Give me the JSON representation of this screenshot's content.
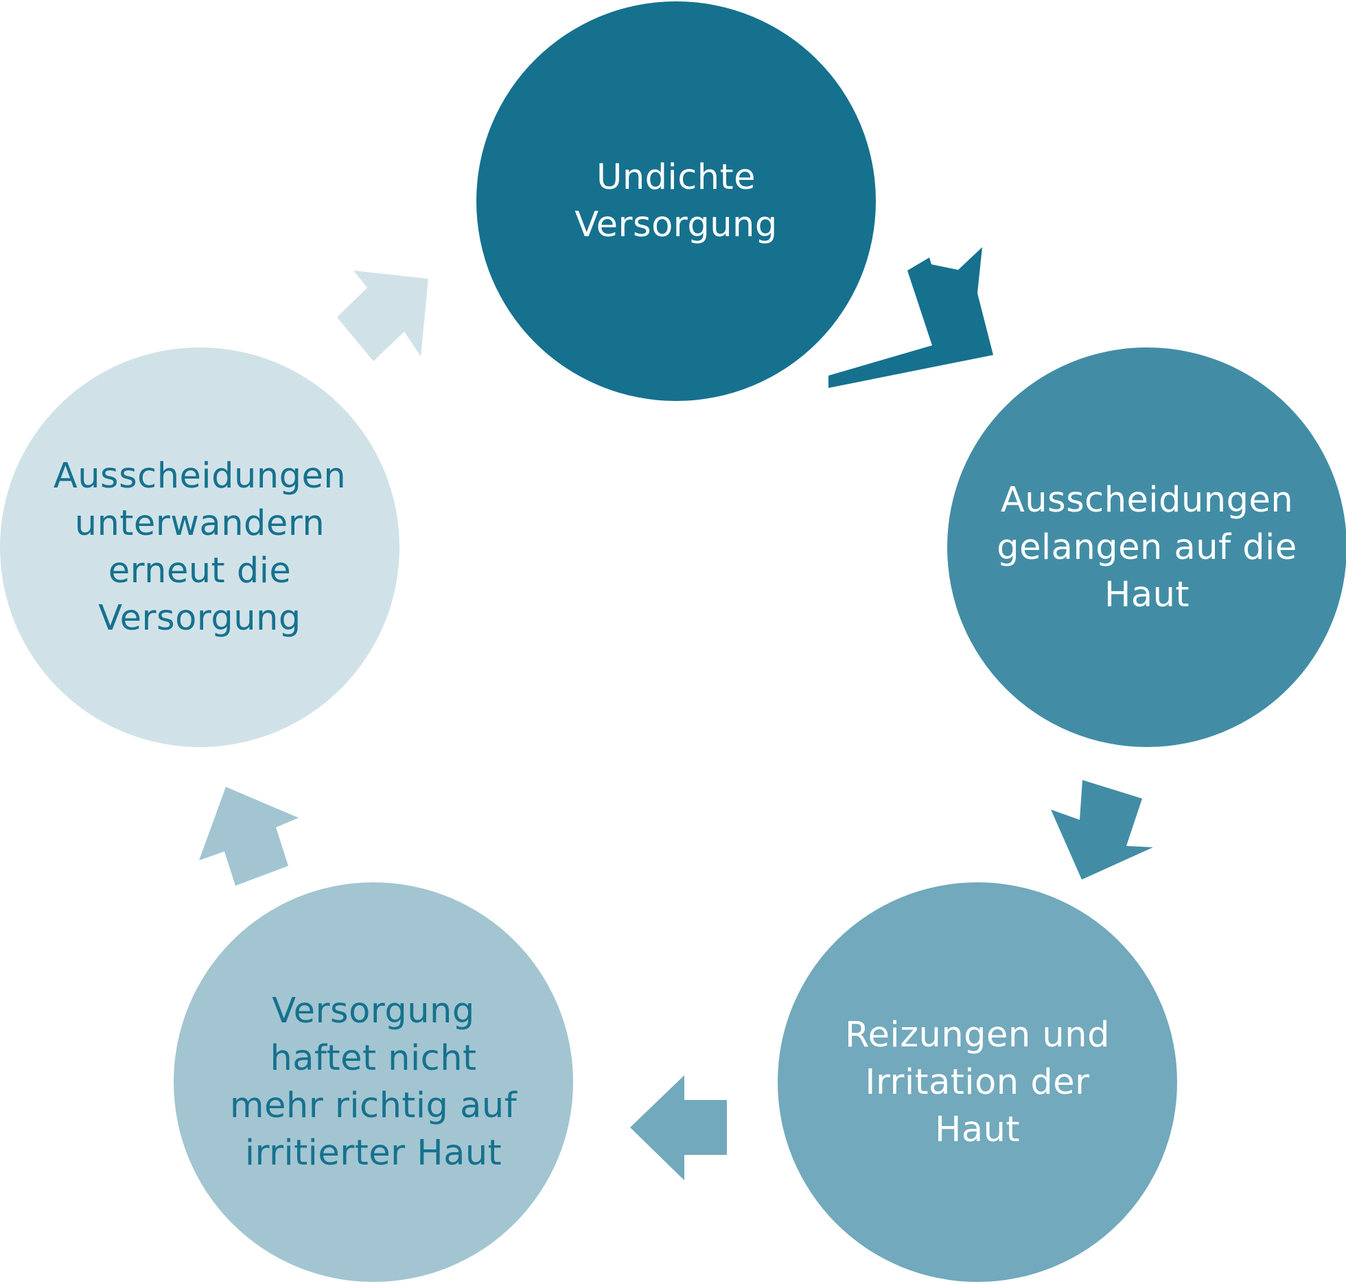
{
  "diagram": {
    "nodes": [
      {
        "id": "n1",
        "lines": [
          "Undichte",
          "Versorgung"
        ],
        "fill": "#16718e",
        "text_color": "#ffffff"
      },
      {
        "id": "n2",
        "lines": [
          "Ausscheidungen",
          "gelangen auf die",
          "Haut"
        ],
        "fill": "#428da5",
        "text_color": "#ffffff"
      },
      {
        "id": "n3",
        "lines": [
          "Reizungen und",
          "Irritation der",
          "Haut"
        ],
        "fill": "#72a9bc",
        "text_color": "#ffffff"
      },
      {
        "id": "n4",
        "lines": [
          "Versorgung",
          "haftet nicht",
          "mehr richtig auf",
          "irritierter Haut"
        ],
        "fill": "#a2c5d1",
        "text_color": "#16718e"
      },
      {
        "id": "n5",
        "lines": [
          "Ausscheidungen",
          "unterwandern",
          "erneut die",
          "Versorgung"
        ],
        "fill": "#d0e2e8",
        "text_color": "#16718e"
      }
    ],
    "arrows": [
      {
        "from": "n1",
        "to": "n2",
        "fill": "#16718e"
      },
      {
        "from": "n2",
        "to": "n3",
        "fill": "#428da5"
      },
      {
        "from": "n3",
        "to": "n4",
        "fill": "#72a9bc"
      },
      {
        "from": "n4",
        "to": "n5",
        "fill": "#a2c5d1"
      },
      {
        "from": "n5",
        "to": "n1",
        "fill": "#d0e2e8"
      }
    ]
  }
}
